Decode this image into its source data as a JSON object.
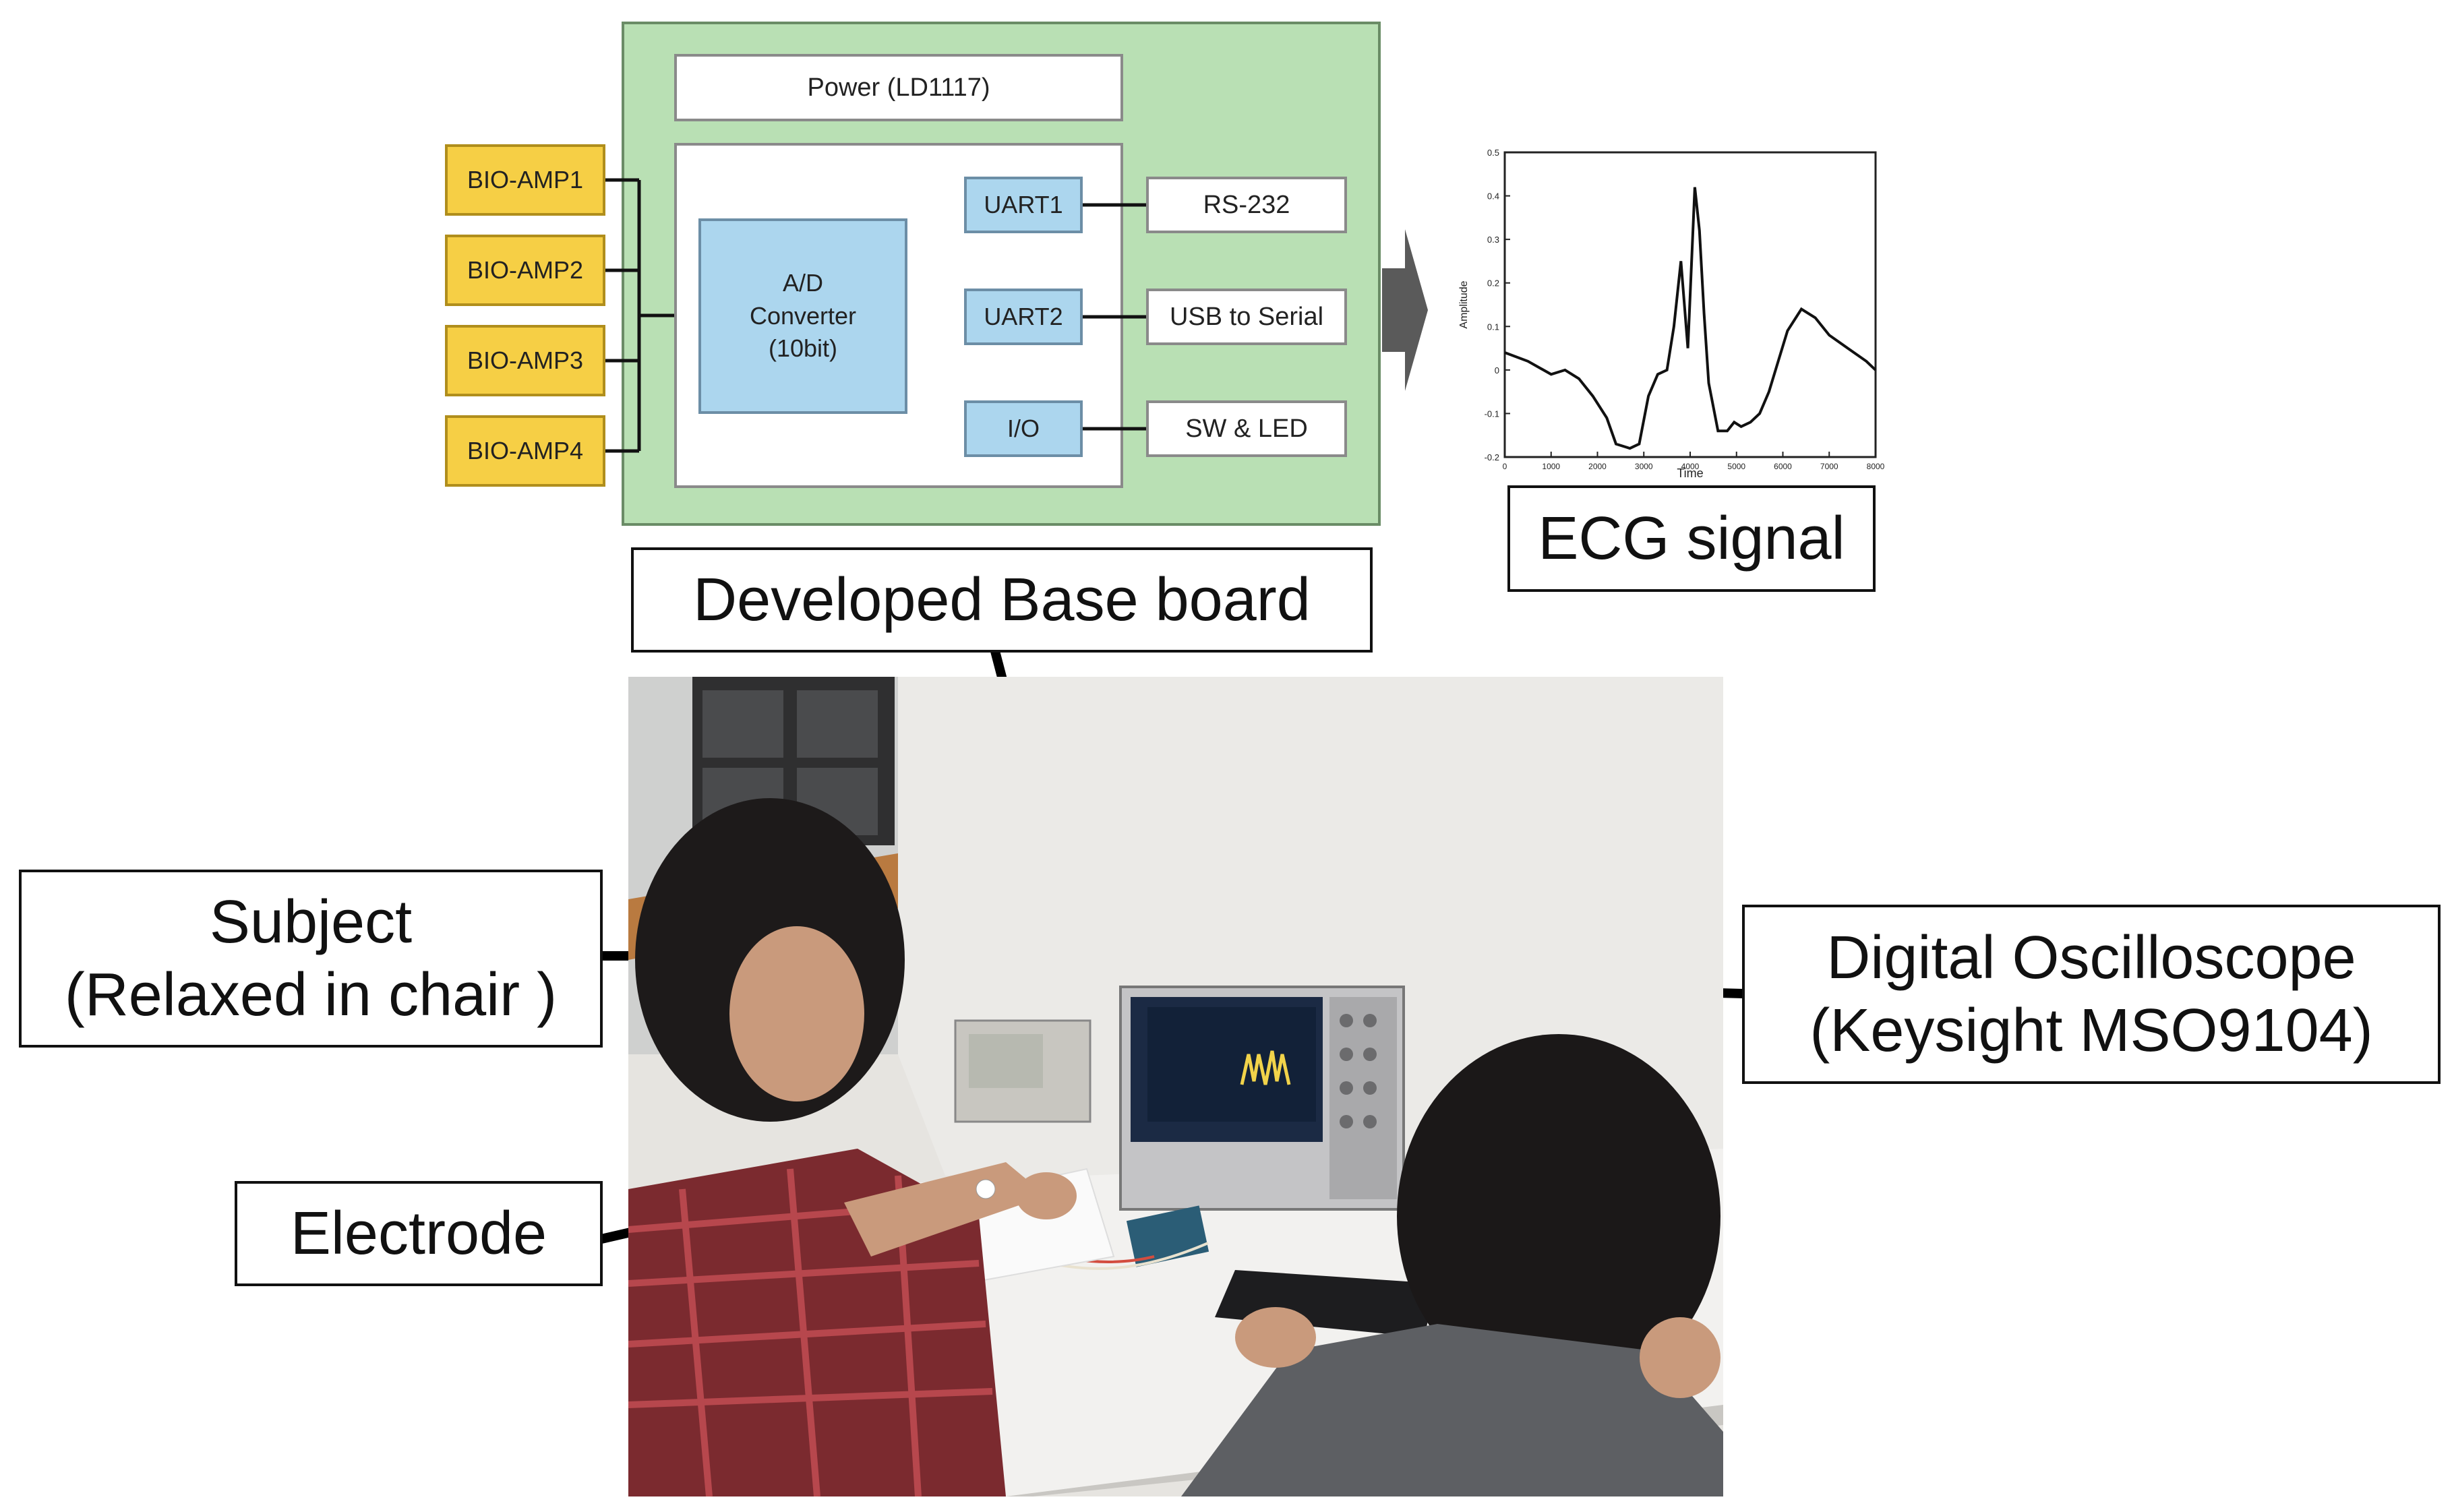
{
  "block_diagram": {
    "power": "Power (LD1117)",
    "bio_amps": [
      "BIO-AMP1",
      "BIO-AMP2",
      "BIO-AMP3",
      "BIO-AMP4"
    ],
    "adc": [
      "A/D",
      "Converter",
      "(10bit)"
    ],
    "uart1": "UART1",
    "uart2": "UART2",
    "io": "I/O",
    "rs232": "RS-232",
    "usb": "USB to Serial",
    "sw_led": "SW & LED"
  },
  "labels": {
    "ecg": "ECG signal",
    "base_board": "Developed Base board",
    "subject_line1": "Subject",
    "subject_line2": "(Relaxed in chair )",
    "electrode": "Electrode",
    "osc_line1": "Digital Oscilloscope",
    "osc_line2": "(Keysight MSO9104)"
  },
  "ecg_plot": {
    "xlabel": "Time",
    "ylabel": "Amplitude",
    "y_ticks": [
      "0.5",
      "0.4",
      "0.3",
      "0.2",
      "0.1",
      "0",
      "-0.1",
      "-0.2"
    ],
    "x_ticks": [
      "0",
      "1000",
      "2000",
      "3000",
      "4000",
      "5000",
      "6000",
      "7000",
      "8000"
    ]
  },
  "chart_data": {
    "type": "line",
    "title": "",
    "xlabel": "Time",
    "ylabel": "Amplitude",
    "xlim": [
      0,
      8000
    ],
    "ylim": [
      -0.2,
      0.5
    ],
    "x": [
      0,
      500,
      1000,
      1300,
      1600,
      1900,
      2200,
      2400,
      2700,
      2900,
      3100,
      3300,
      3500,
      3650,
      3800,
      3950,
      4100,
      4200,
      4300,
      4400,
      4600,
      4800,
      4950,
      5100,
      5300,
      5500,
      5700,
      5900,
      6100,
      6400,
      6700,
      7000,
      7400,
      7800,
      8000
    ],
    "y": [
      0.04,
      0.02,
      -0.01,
      0.0,
      -0.02,
      -0.06,
      -0.11,
      -0.17,
      -0.18,
      -0.17,
      -0.06,
      -0.01,
      0.0,
      0.1,
      0.25,
      0.05,
      0.42,
      0.32,
      0.13,
      -0.03,
      -0.14,
      -0.14,
      -0.12,
      -0.13,
      -0.12,
      -0.1,
      -0.05,
      0.02,
      0.09,
      0.14,
      0.12,
      0.08,
      0.05,
      0.02,
      0.0
    ]
  }
}
